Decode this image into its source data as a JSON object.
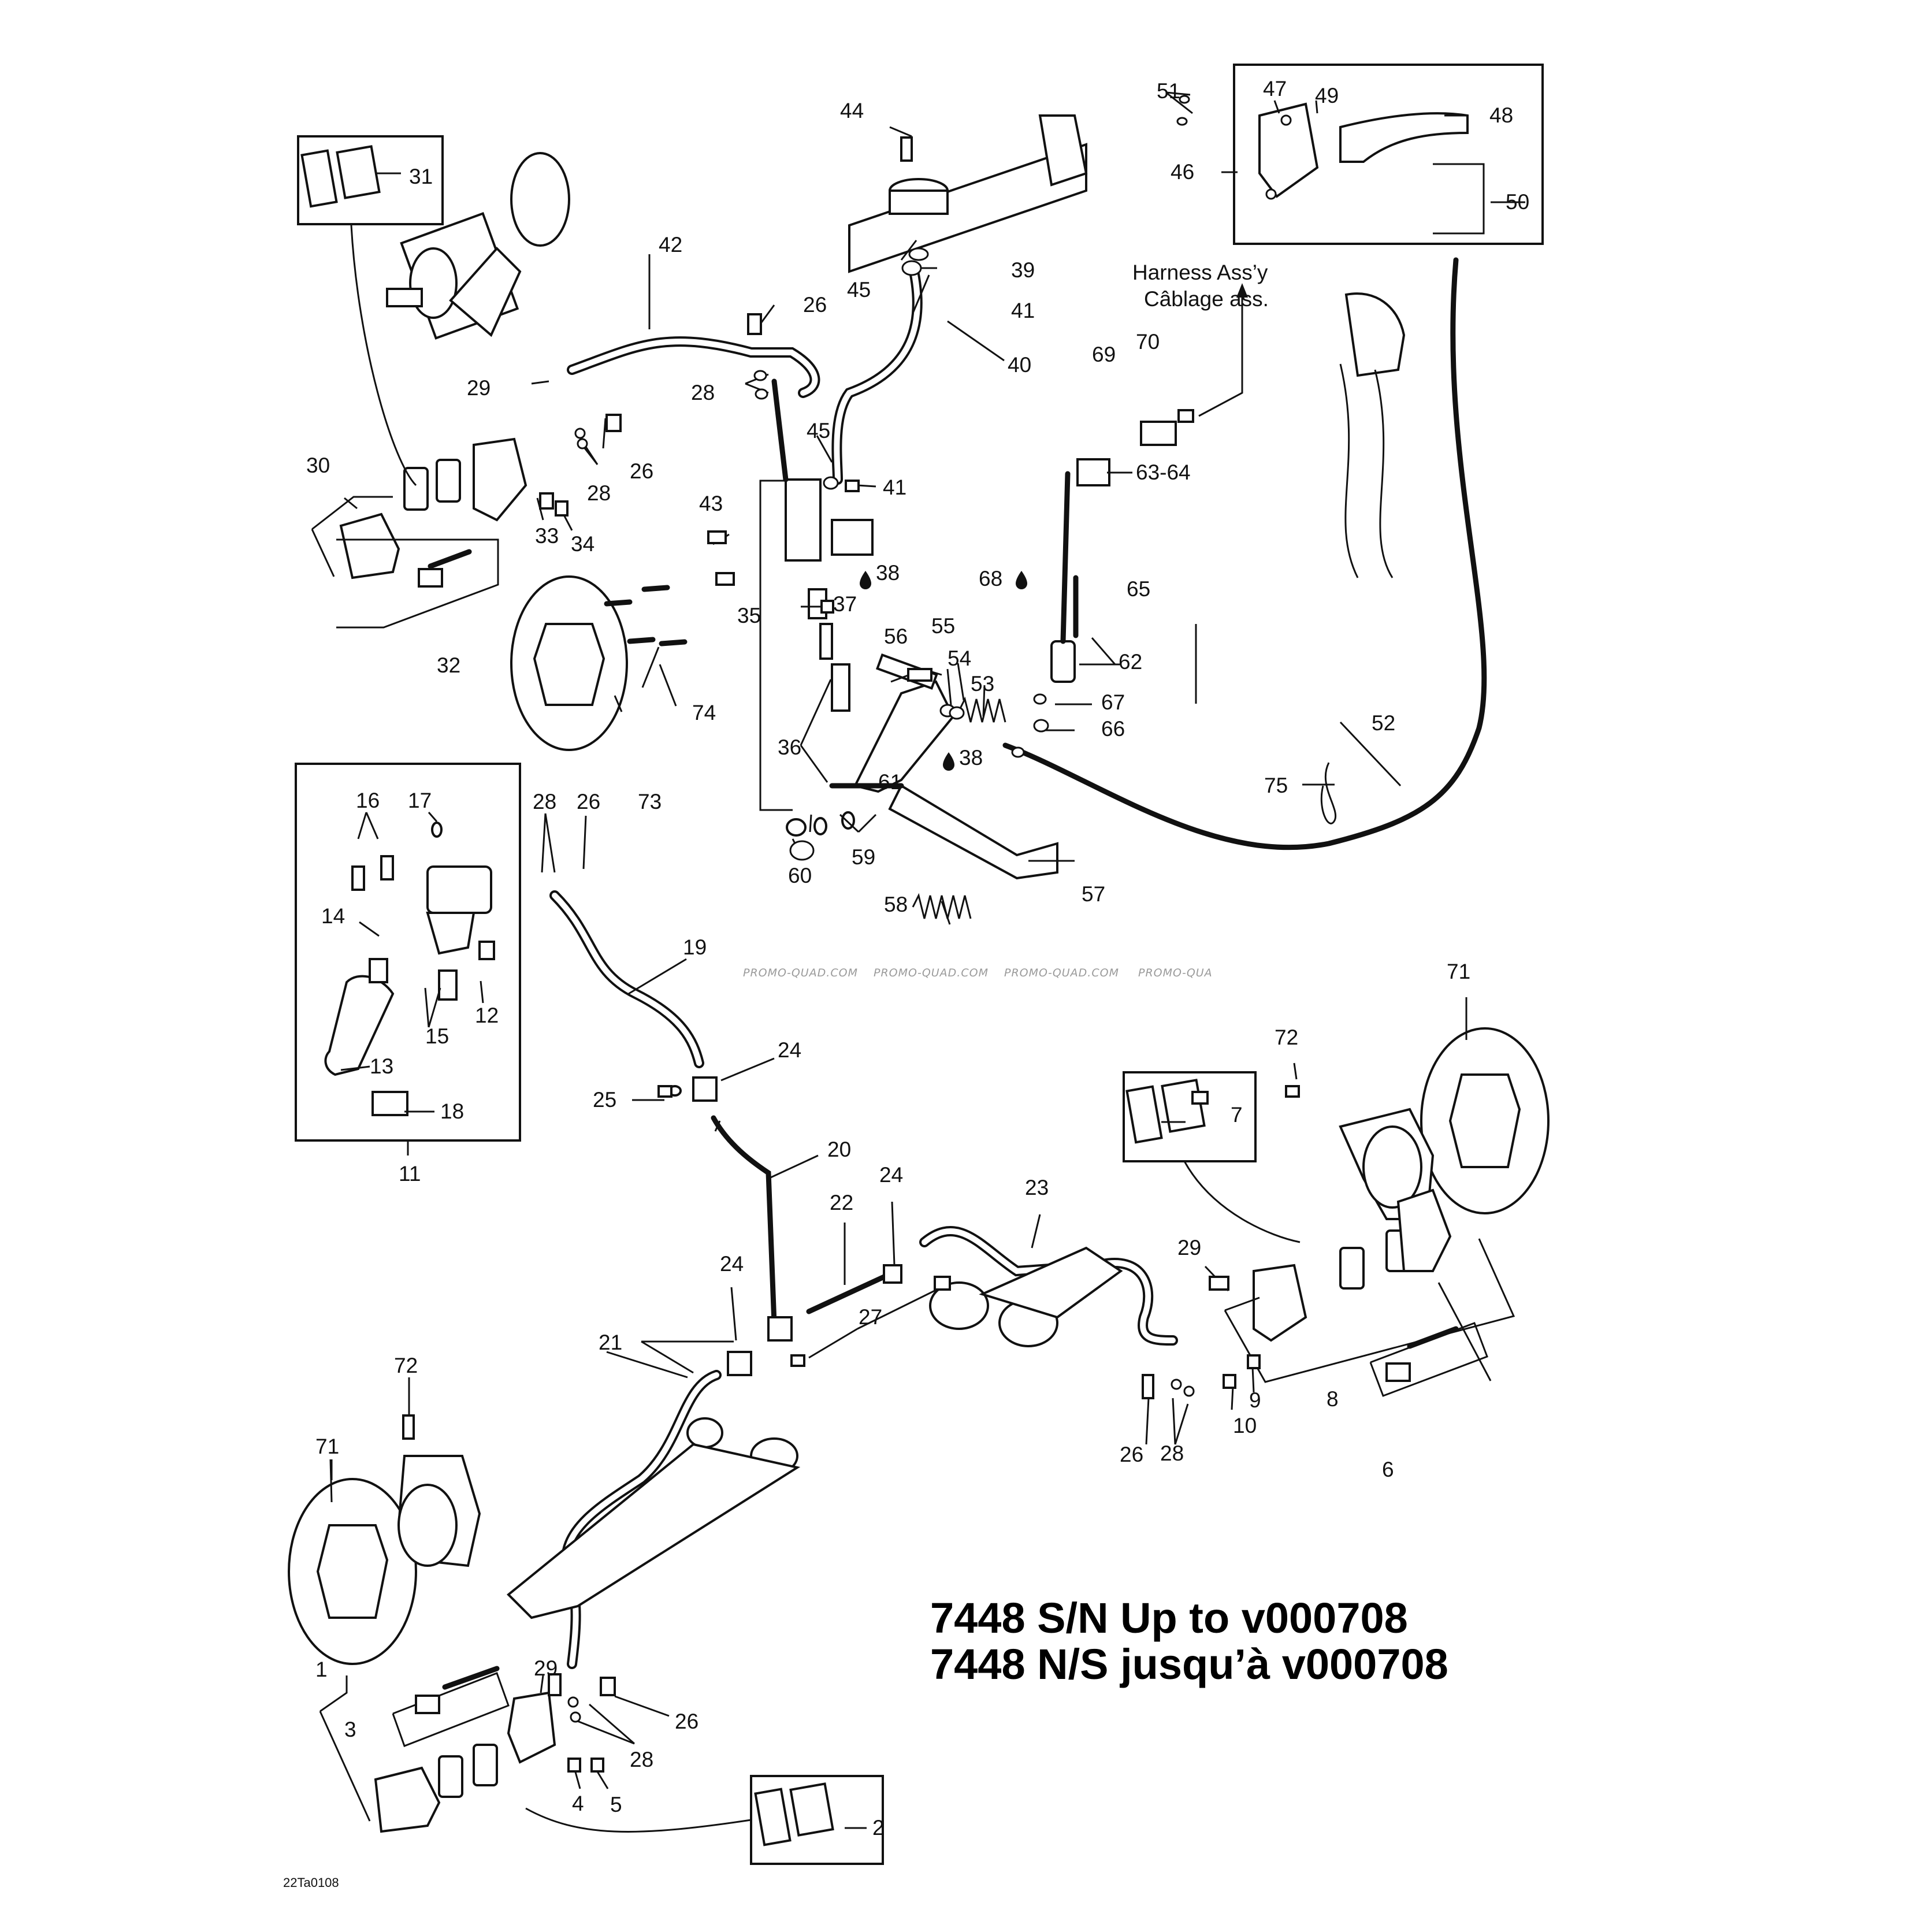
{
  "title": {
    "line1": "7448 S/N Up to v000708",
    "line2": "7448 N/S jusqu’à v000708"
  },
  "harness": {
    "line1": "Harness Ass’y",
    "line2": "Câblage ass."
  },
  "drawing_code": "22Ta0108",
  "watermarks": [
    "PROMO-QUAD.COM",
    "PROMO-QUAD.COM",
    "PROMO-QUAD.COM",
    "PROMO-QUA"
  ],
  "callouts": {
    "c1": "1",
    "c2": "2",
    "c3": "3",
    "c4": "4",
    "c5": "5",
    "c6": "6",
    "c7": "7",
    "c8": "8",
    "c9": "9",
    "c10": "10",
    "c11": "11",
    "c12": "12",
    "c13": "13",
    "c14": "14",
    "c15": "15",
    "c16": "16",
    "c17": "17",
    "c18": "18",
    "c19": "19",
    "c20": "20",
    "c21": "21",
    "c22": "22",
    "c23": "23",
    "c24a": "24",
    "c24b": "24",
    "c24c": "24",
    "c25": "25",
    "c26a": "26",
    "c26b": "26",
    "c26c": "26",
    "c26d": "26",
    "c26e": "26",
    "c27": "27",
    "c28a": "28",
    "c28b": "28",
    "c28c": "28",
    "c28d": "28",
    "c28e": "28",
    "c29a": "29",
    "c29b": "29",
    "c29c": "29",
    "c30": "30",
    "c31": "31",
    "c32": "32",
    "c33": "33",
    "c34": "34",
    "c35": "35",
    "c36": "36",
    "c37": "37",
    "c38a": "38",
    "c38b": "38",
    "c39": "39",
    "c40": "40",
    "c41a": "41",
    "c41b": "41",
    "c42": "42",
    "c43": "43",
    "c44": "44",
    "c45a": "45",
    "c45b": "45",
    "c46": "46",
    "c47": "47",
    "c48": "48",
    "c49": "49",
    "c50": "50",
    "c51": "51",
    "c52": "52",
    "c53": "53",
    "c54": "54",
    "c55": "55",
    "c56": "56",
    "c57": "57",
    "c58": "58",
    "c59": "59",
    "c60": "60",
    "c61": "61",
    "c62": "62",
    "c6364": "63-64",
    "c65": "65",
    "c66": "66",
    "c67": "67",
    "c68": "68",
    "c69": "69",
    "c70": "70",
    "c71a": "71",
    "c71b": "71",
    "c72a": "72",
    "c72b": "72",
    "c73": "73",
    "c74": "74",
    "c75": "75"
  }
}
